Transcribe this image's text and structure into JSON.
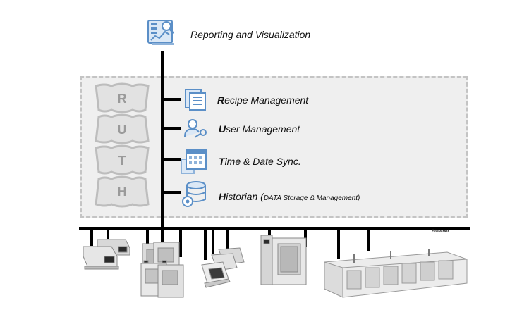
{
  "top": {
    "label": "Reporting and Visualization",
    "icon": "reporting-chart-icon"
  },
  "ruth": {
    "letters": [
      "R",
      "U",
      "T",
      "H"
    ]
  },
  "modules": [
    {
      "first": "R",
      "rest": "ecipe Management",
      "icon": "recipe-document-icon"
    },
    {
      "first": "U",
      "rest": "ser Management",
      "icon": "user-key-icon"
    },
    {
      "first": "T",
      "rest": "ime & Date Sync.",
      "icon": "calendar-clock-icon"
    },
    {
      "first": "H",
      "rest": "istorian (",
      "note": "DATA Storage & Management)",
      "icon": "database-gear-icon"
    }
  ],
  "bus": {
    "label": "Ethernet"
  },
  "colors": {
    "icon_blue": "#5b8fc7",
    "box_fill": "#efefef",
    "box_border": "#c4c4c4",
    "line": "#000000"
  }
}
